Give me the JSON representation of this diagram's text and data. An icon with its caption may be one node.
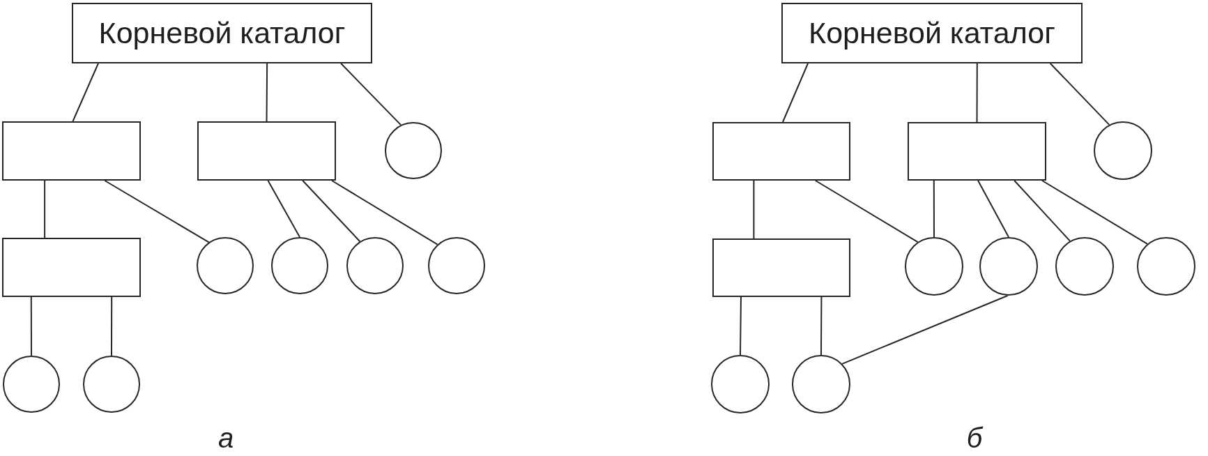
{
  "diagram": {
    "nodes": [
      {
        "text": [
          "Корневой каталог"
        ]
      },
      {
        "text": [],
        "shape": "box"
      },
      {
        "text": [],
        "shape": "box"
      },
      {
        "text": [],
        "shape": "circle"
      },
      {
        "text": [],
        "shape": "box"
      },
      {
        "text": [],
        "shape": "circle"
      },
      {
        "text": [],
        "shape": "circle"
      },
      {
        "text": [],
        "shape": "circle"
      },
      {
        "text": [],
        "shape": "circle"
      },
      {
        "text": [],
        "shape": "circle"
      },
      {
        "text": [],
        "shape": "circle"
      },
      {
        "text": [
          "Корневой каталог"
        ]
      },
      {
        "text": [],
        "shape": "box"
      },
      {
        "text": [],
        "shape": "box"
      },
      {
        "text": [],
        "shape": "circle"
      },
      {
        "text": [],
        "shape": "box"
      },
      {
        "text": [],
        "shape": "circle"
      },
      {
        "text": [],
        "shape": "circle"
      },
      {
        "text": [],
        "shape": "circle"
      },
      {
        "text": [],
        "shape": "circle"
      },
      {
        "text": [],
        "shape": "circle"
      },
      {
        "text": [],
        "shape": "circle"
      }
    ],
    "edges": [
      {
        "from": 0,
        "to": 1,
        "arrow": "none"
      },
      {
        "from": 0,
        "to": 2,
        "arrow": "none"
      },
      {
        "from": 0,
        "to": 3,
        "arrow": "none"
      },
      {
        "from": 1,
        "to": 4,
        "arrow": "none"
      },
      {
        "from": 1,
        "to": 5,
        "arrow": "none"
      },
      {
        "from": 2,
        "to": 6,
        "arrow": "none"
      },
      {
        "from": 2,
        "to": 7,
        "arrow": "none"
      },
      {
        "from": 2,
        "to": 8,
        "arrow": "none"
      },
      {
        "from": 4,
        "to": 9,
        "arrow": "none"
      },
      {
        "from": 4,
        "to": 10,
        "arrow": "none"
      },
      {
        "from": 11,
        "to": 12,
        "arrow": "none"
      },
      {
        "from": 11,
        "to": 13,
        "arrow": "none"
      },
      {
        "from": 11,
        "to": 14,
        "arrow": "none"
      },
      {
        "from": 12,
        "to": 15,
        "arrow": "none"
      },
      {
        "from": 12,
        "to": 16,
        "arrow": "none"
      },
      {
        "from": 13,
        "to": 16,
        "arrow": "none"
      },
      {
        "from": 13,
        "to": 17,
        "arrow": "none"
      },
      {
        "from": 13,
        "to": 18,
        "arrow": "none"
      },
      {
        "from": 13,
        "to": 19,
        "arrow": "none"
      },
      {
        "from": 15,
        "to": 20,
        "arrow": "none"
      },
      {
        "from": 15,
        "to": 21,
        "arrow": "none"
      },
      {
        "from": 17,
        "to": 21,
        "arrow": "none"
      }
    ],
    "labels": [
      "а",
      "б"
    ]
  }
}
